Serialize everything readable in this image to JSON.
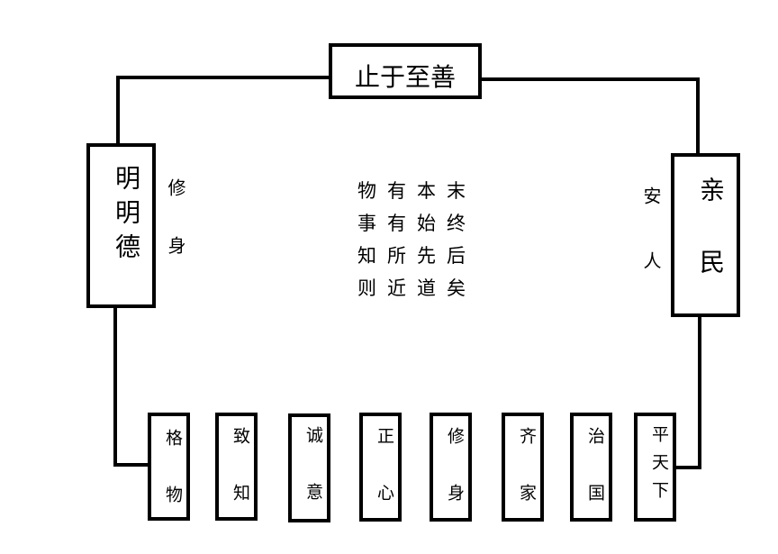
{
  "top_box": {
    "label": "止于至善"
  },
  "left_box": {
    "label": "明明德",
    "side_label": "修身"
  },
  "right_box": {
    "label": "亲民",
    "side_label": "安人"
  },
  "center_text": {
    "lines": [
      "物有本末",
      "事有始终",
      "知所先后",
      "则近道矣"
    ]
  },
  "bottom_boxes": [
    {
      "label": "格物"
    },
    {
      "label": "致知"
    },
    {
      "label": "诚意"
    },
    {
      "label": "正心"
    },
    {
      "label": "修身"
    },
    {
      "label": "齐家"
    },
    {
      "label": "治国"
    },
    {
      "label": "平天下"
    }
  ]
}
